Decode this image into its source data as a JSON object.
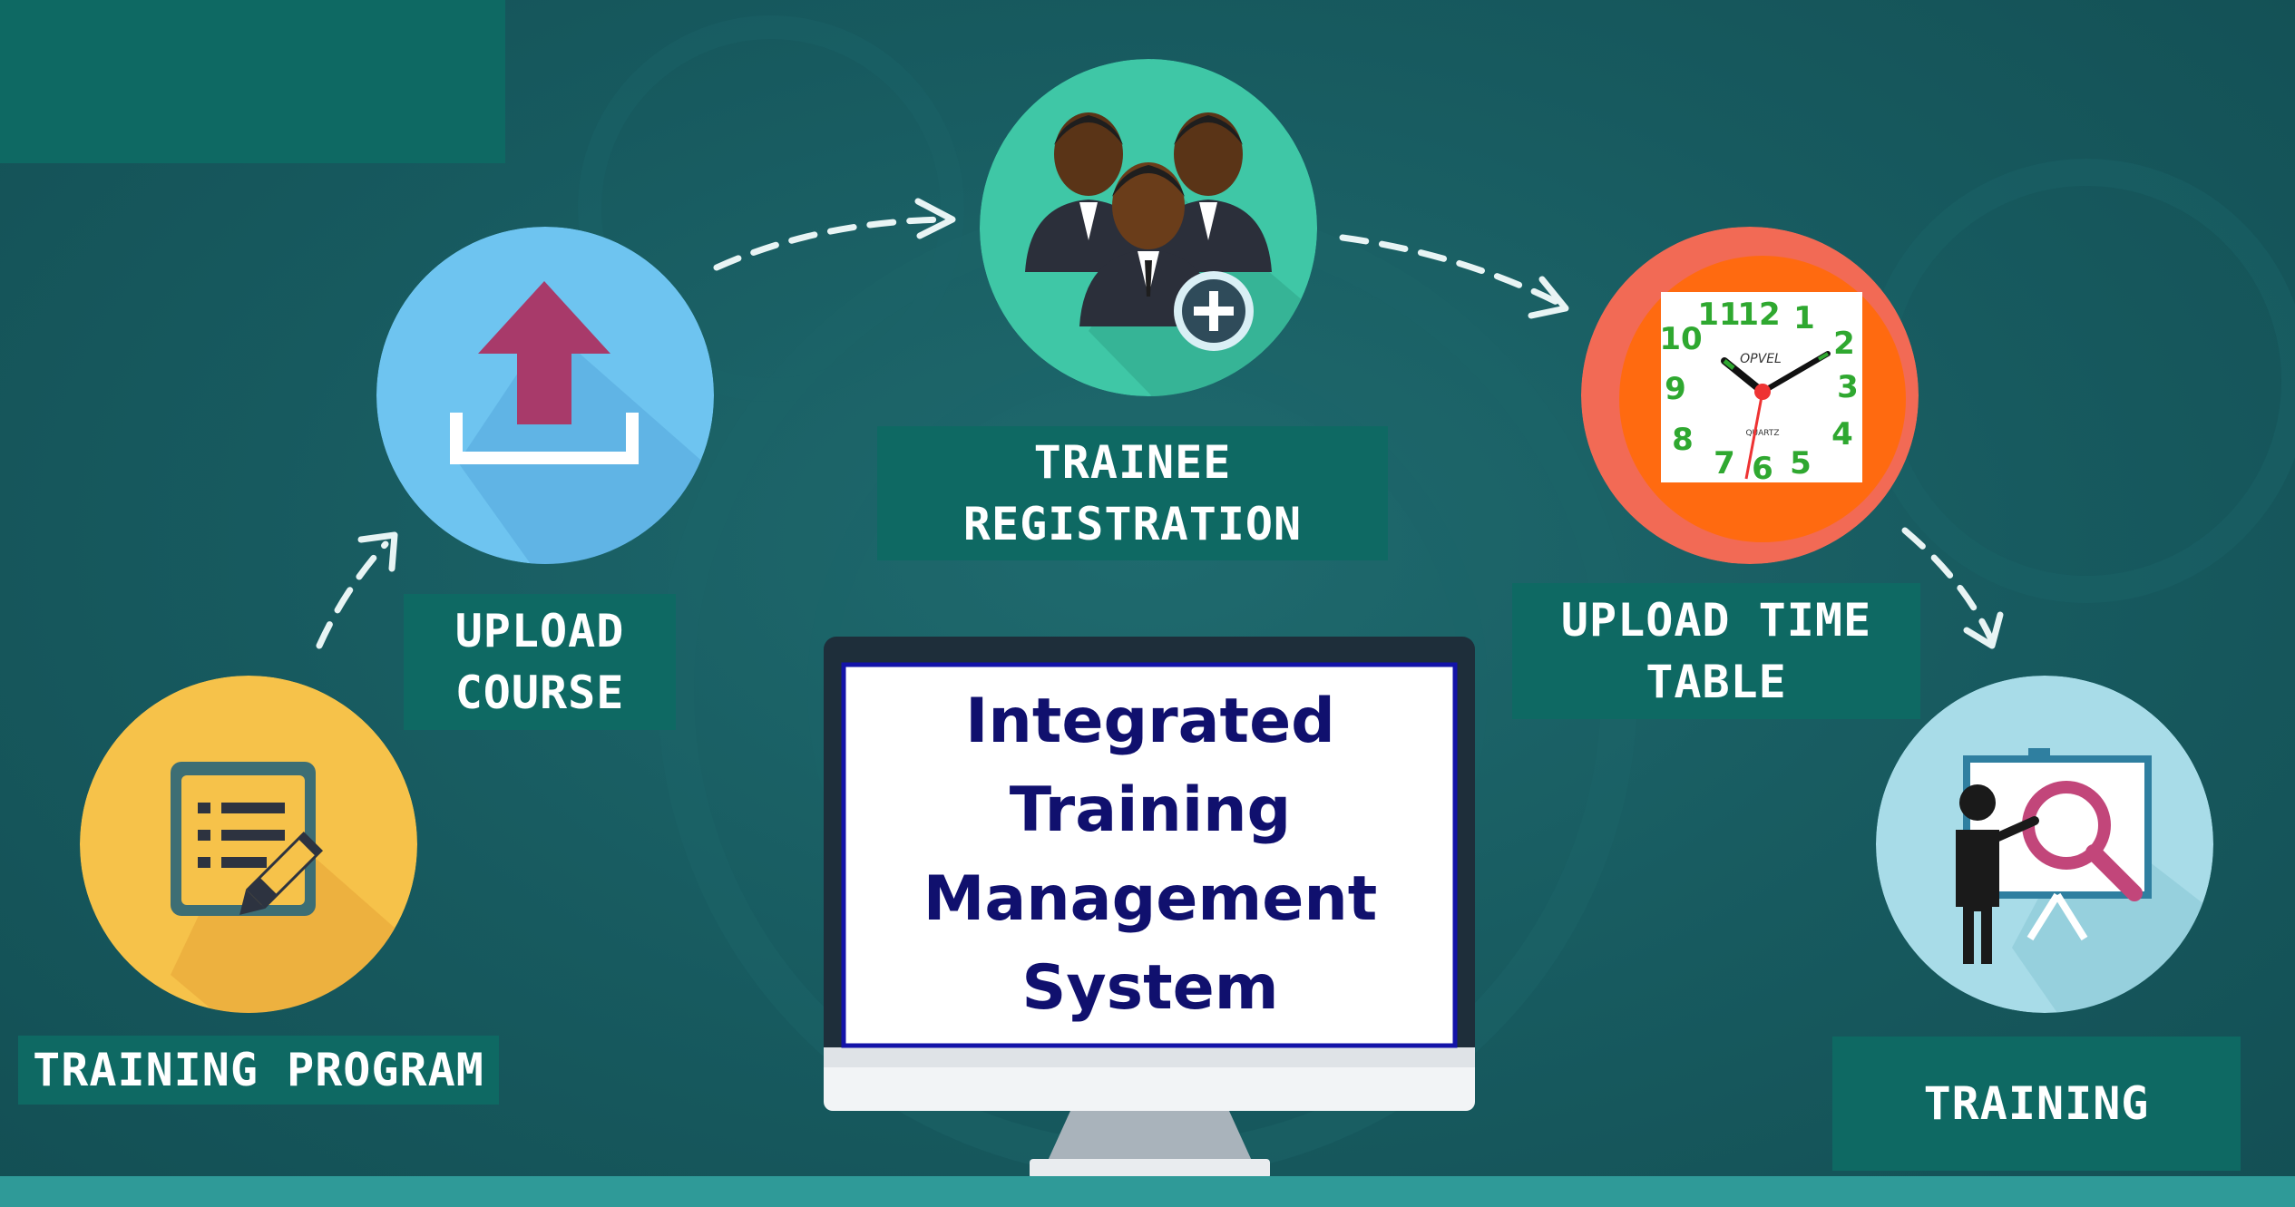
{
  "steps": {
    "training_program": "TRAINING PROGRAM",
    "upload_course": [
      "UPLOAD",
      "COURSE"
    ],
    "trainee_registration": [
      "TRAINEE",
      "REGISTRATION"
    ],
    "upload_time_table": [
      "UPLOAD TIME",
      "TABLE"
    ],
    "training": "TRAINING"
  },
  "screen": {
    "lines": [
      "Integrated",
      "Training",
      "Management",
      "System"
    ]
  },
  "clock": {
    "brand": "OPVEL",
    "label": "QUARTZ",
    "numbers": [
      "12",
      "1",
      "2",
      "3",
      "4",
      "5",
      "6",
      "7",
      "8",
      "9",
      "10",
      "11"
    ]
  },
  "colors": {
    "background": "#175a5f",
    "label_bg": "#0e6963",
    "screen_text": "#10106e",
    "yellow_circle": "#f6c24a",
    "blue_circle": "#6ec4f0",
    "green_circle": "#3fc7a6",
    "red_circle": "#f26a55",
    "light_blue_circle": "#a8dce8"
  },
  "icons": [
    "checklist-edit-icon",
    "upload-icon",
    "add-team-icon",
    "clock-icon",
    "presentation-search-icon"
  ]
}
